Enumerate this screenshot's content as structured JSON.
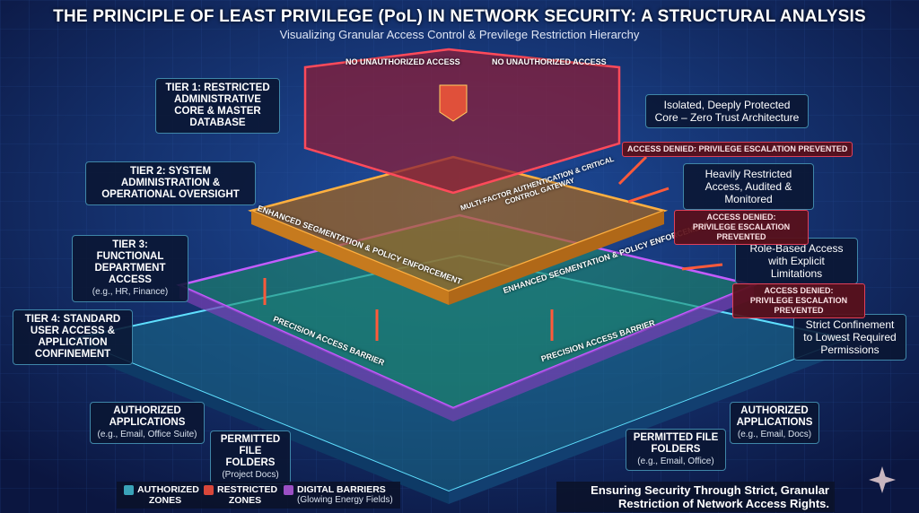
{
  "header": {
    "title": "THE PRINCIPLE OF LEAST PRIVILEGE (PoL) IN NETWORK SECURITY: A STRUCTURAL ANALYSIS",
    "subtitle": "Visualizing Granular Access Control & Previlege Restriction Hierarchy"
  },
  "tiers": [
    {
      "label": "TIER 1: RESTRICTED ADMINISTRATIVE CORE & MASTER DATABASE",
      "note": "Isolated, Deeply Protected Core – Zero Trust Architecture"
    },
    {
      "label": "TIER 2: SYSTEM ADMINISTRATION & OPERATIONAL OVERSIGHT",
      "note": "Heavily Restricted Access, Audited & Monitored"
    },
    {
      "label": "TIER 3: FUNCTIONAL DEPARTMENT ACCESS",
      "sub": "(e.g., HR, Finance)",
      "note": "Role-Based Access with Explicit Limitations"
    },
    {
      "label": "TIER 4: STANDARD USER ACCESS & APPLICATION CONFINEMENT",
      "note": "Strict Confinement to Lowest Required Permissions"
    }
  ],
  "denied": [
    "ACCESS DENIED: PRIVILEGE ESCALATION PREVENTED",
    "ACCESS DENIED:",
    "PRIVILEGE ESCALATION PREVENTED"
  ],
  "pyramid_labels": {
    "no_access": "NO UNAUTHORIZED ACCESS",
    "mfa": "MULTI-FACTOR AUTHENTICATION & CRITICAL CONTROL GATEWAY",
    "segmentation": "ENHANCED SEGMENTATION & POLICY ENFORCEMENT",
    "barrier": "PRECISION ACCESS BARRIER"
  },
  "callouts": {
    "apps_left": {
      "title": "AUTHORIZED APPLICATIONS",
      "sub": "(e.g., Email, Office Suite)"
    },
    "folders_left": {
      "title": "PERMITTED FILE FOLDERS",
      "sub": "(Project Docs)"
    },
    "apps_right": {
      "title": "AUTHORIZED APPLICATIONS",
      "sub": "(e.g., Email, Docs)"
    },
    "folders_right": {
      "title": "PERMITTED FILE FOLDERS",
      "sub": "(e.g., Email, Office)"
    }
  },
  "legend": [
    {
      "label": "AUTHORIZED ZONES",
      "color": "#3aa3b8"
    },
    {
      "label": "RESTRICTED ZONES",
      "color": "#d9473a"
    },
    {
      "label": "DIGITAL BARRIERS",
      "sub": "(Glowing Energy Fields)",
      "color": "#9b4fc4"
    }
  ],
  "footer": "Ensuring Security Through Strict, Granular Restriction of Network Access Rights."
}
